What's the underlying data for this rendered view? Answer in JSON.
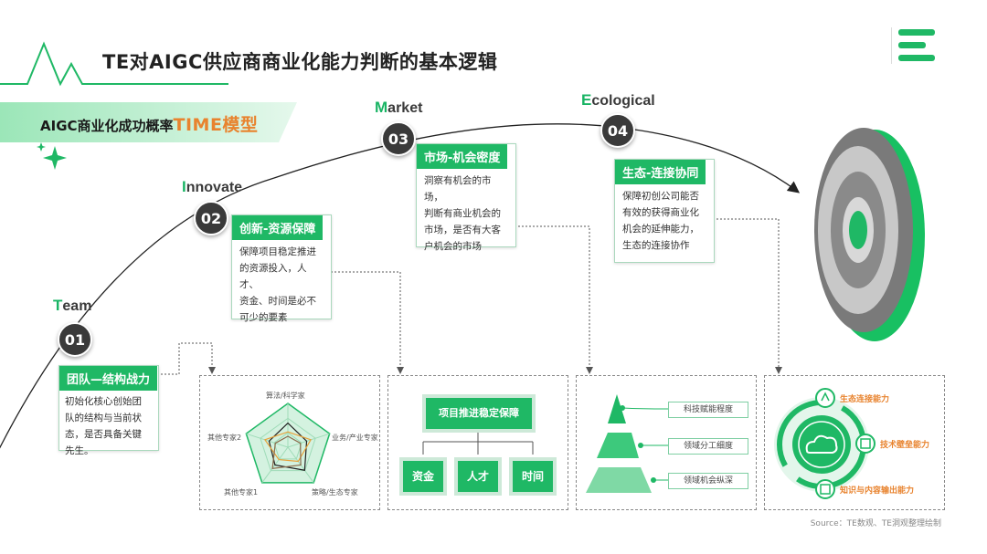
{
  "title": "TE对AIGC供应商商业化能力判断的基本逻辑",
  "banner": {
    "prefix": "AIGC商业化成功概率",
    "model": "TIME模型"
  },
  "stages": [
    {
      "number": "01",
      "first_letter": "T",
      "rest": "eam",
      "card_title": "团队—结构战力",
      "card_lines": [
        "初始化核心创始团",
        "队的结构与当前状",
        "态，是否具备关键",
        "先生。"
      ]
    },
    {
      "number": "02",
      "first_letter": "I",
      "rest": "nnovate",
      "card_title": "创新-资源保障",
      "card_lines": [
        "保障项目稳定推进",
        "的资源投入，人才、",
        "资金、时间是必不",
        "可少的要素"
      ]
    },
    {
      "number": "03",
      "first_letter": "M",
      "rest": "arket",
      "card_title": "市场-机会密度",
      "card_lines": [
        "洞察有机会的市场，",
        "判断有商业机会的",
        "市场，是否有大客",
        "户机会的市场"
      ]
    },
    {
      "number": "04",
      "first_letter": "E",
      "rest": "cological",
      "card_title": "生态-连接协同",
      "card_lines": [
        "保障初创公司能否",
        "有效的获得商业化",
        "机会的延伸能力，",
        "生态的连接协作"
      ]
    }
  ],
  "radar": {
    "axes": [
      "算法/科学家",
      "业务/产业专家",
      "策略/生态专家",
      "其他专家1",
      "其他专家2"
    ],
    "series": [
      {
        "values": [
          0.55,
          0.45,
          0.65,
          0.5,
          0.45
        ],
        "color": "#222222"
      },
      {
        "values": [
          0.35,
          0.55,
          0.4,
          0.35,
          0.55
        ],
        "color": "#e8a23a"
      },
      {
        "values": [
          0.25,
          0.3,
          0.5,
          0.6,
          0.3
        ],
        "color": "#8a6a4a"
      }
    ]
  },
  "project": {
    "top": "项目推进稳定保障",
    "items": [
      "资金",
      "人才",
      "时间"
    ]
  },
  "market_layers": [
    "科技赋能程度",
    "领域分工细度",
    "领域机会纵深"
  ],
  "eco": {
    "capabilities": [
      "生态连接能力",
      "技术壁垒能力",
      "知识与内容输出能力"
    ]
  },
  "source": "Source：TE数观、TE洞观整理绘制",
  "colors": {
    "accent": "#1fb865",
    "orange": "#e8832e",
    "dark": "#3a3a3a"
  }
}
